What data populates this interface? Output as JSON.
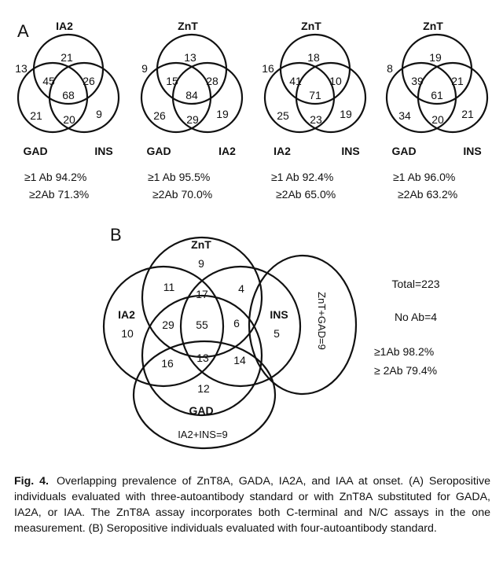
{
  "panelA": {
    "label": "A",
    "venns": [
      {
        "top": "IA2",
        "left": "GAD",
        "right": "INS",
        "outside": "13",
        "t": "21",
        "tl": "45",
        "tr": "26",
        "c": "68",
        "l": "21",
        "b": "20",
        "r": "9",
        "s1": "≥1 Ab 94.2%",
        "s2": "≥2Ab 71.3%"
      },
      {
        "top": "ZnT",
        "left": "GAD",
        "right": "IA2",
        "outside": "9",
        "t": "13",
        "tl": "15",
        "tr": "28",
        "c": "84",
        "l": "26",
        "b": "29",
        "r": "19",
        "s1": "≥1 Ab 95.5%",
        "s2": "≥2Ab 70.0%"
      },
      {
        "top": "ZnT",
        "left": "IA2",
        "right": "INS",
        "outside": "16",
        "t": "18",
        "tl": "41",
        "tr": "10",
        "c": "71",
        "l": "25",
        "b": "23",
        "r": "19",
        "s1": "≥1 Ab 92.4%",
        "s2": "≥2Ab 65.0%"
      },
      {
        "top": "ZnT",
        "left": "GAD",
        "right": "INS",
        "outside": "8",
        "t": "19",
        "tl": "39",
        "tr": "21",
        "c": "61",
        "l": "34",
        "b": "20",
        "r": "21",
        "s1": "≥1 Ab 96.0%",
        "s2": "≥2Ab 63.2%"
      }
    ]
  },
  "panelB": {
    "label": "B",
    "znt": "ZnT",
    "ia2": "IA2",
    "ins": "INS",
    "gad": "GAD",
    "n_znt": "9",
    "n_znt_ia2": "11",
    "n_znt_ins": "4",
    "n_znt_ia2_ins": "17",
    "n_ia2": "10",
    "n_ia2_gad_znt": "29",
    "n_all": "55",
    "n_znt_ins_gad": "6",
    "n_ins": "5",
    "n_ia2_gad": "16",
    "n_ia2_ins_gad": "13",
    "n_ins_gad": "14",
    "n_gad": "12",
    "znt_gad": "ZnT+GAD=9",
    "ia2_ins": "IA2+INS=9",
    "total": "Total=223",
    "noab": "No Ab=4",
    "s1": "≥1Ab 98.2%",
    "s2": "≥ 2Ab 79.4%"
  },
  "caption": {
    "fig_label": "Fig. 4.",
    "text": "Overlapping prevalence of ZnT8A, GADA, IA2A, and IAA at onset. (A) Seropositive individuals evaluated with three-autoantibody standard or with ZnT8A substituted for GADA, IA2A, or IAA. The ZnT8A assay incorporates both C-terminal and N/C assays in the one measurement. (B) Seropositive individuals evaluated with four-autoantibody standard."
  }
}
